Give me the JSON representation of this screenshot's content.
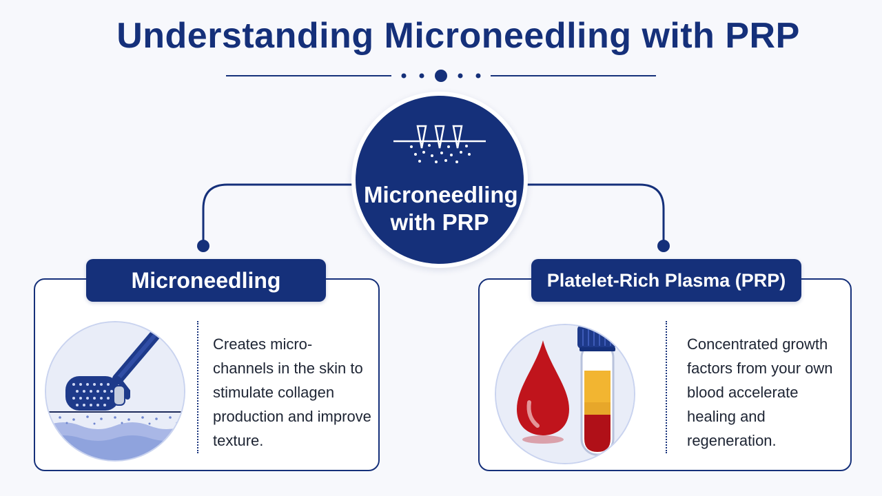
{
  "title": "Understanding Microneedling with PRP",
  "hub": {
    "label": "Microneedling with PRP",
    "icon": "needles-penetrating-skin-icon"
  },
  "cards": {
    "left": {
      "heading": "Microneedling",
      "description": "Creates micro-channels in the skin to stimulate collagen production and improve texture.",
      "icon": "derma-roller-icon"
    },
    "right": {
      "heading": "Platelet-Rich Plasma (PRP)",
      "description": "Concentrated growth factors from your own blood accelerate healing and regeneration.",
      "icon": "blood-drop-test-tube-icon"
    }
  },
  "colors": {
    "primary": "#15307a",
    "blood": "#c0141c",
    "plasma": "#f2b531",
    "skin": "#8fa3dd"
  }
}
